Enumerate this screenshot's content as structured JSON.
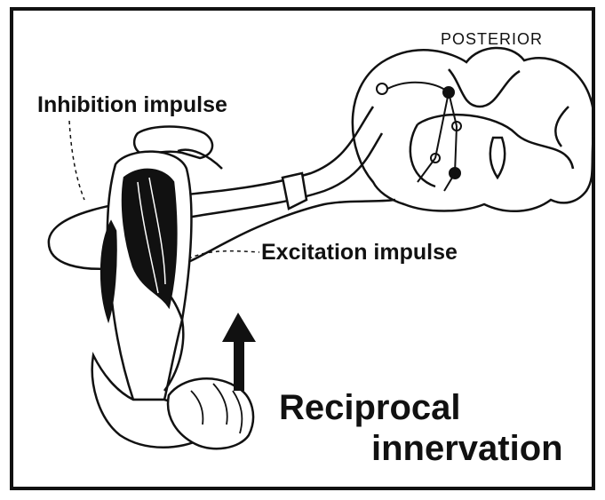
{
  "labels": {
    "posterior": "POSTERIOR",
    "inhibition": "Inhibition impulse",
    "excitation": "Excitation impulse",
    "title_line1": "Reciprocal",
    "title_line2": "innervation"
  },
  "colors": {
    "ink": "#111111",
    "background": "#ffffff",
    "frame": "#111111"
  },
  "icons": [
    "spinal-cord-cross-section",
    "nerve-fiber",
    "leg-muscles",
    "foot",
    "upward-arrow",
    "neuron-cell"
  ]
}
